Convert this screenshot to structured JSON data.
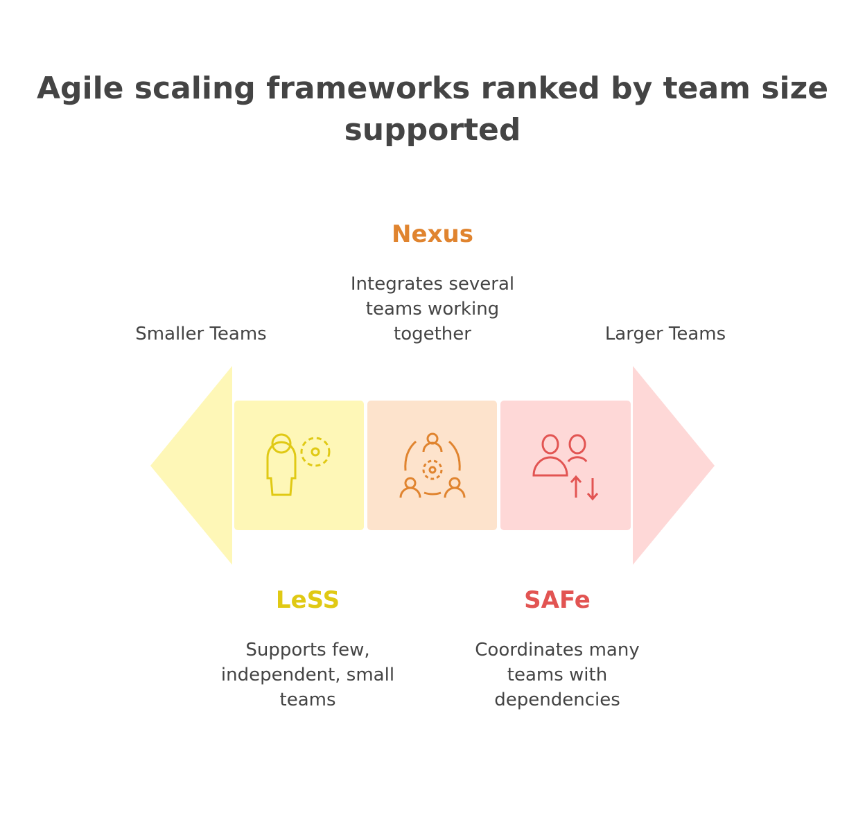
{
  "title": "Agile scaling frameworks ranked by team size supported",
  "axis": {
    "left": "Smaller Teams",
    "right": "Larger Teams"
  },
  "items": [
    {
      "name": "LeSS",
      "desc": "Supports few, independent, small teams",
      "color": "#e0c914",
      "bg": "#fef7b7"
    },
    {
      "name": "Nexus",
      "desc": "Integrates several teams working together",
      "color": "#e0842f",
      "bg": "#fde3cc"
    },
    {
      "name": "SAFe",
      "desc": "Coordinates many teams with dependencies",
      "color": "#e25452",
      "bg": "#fed8d7"
    }
  ]
}
